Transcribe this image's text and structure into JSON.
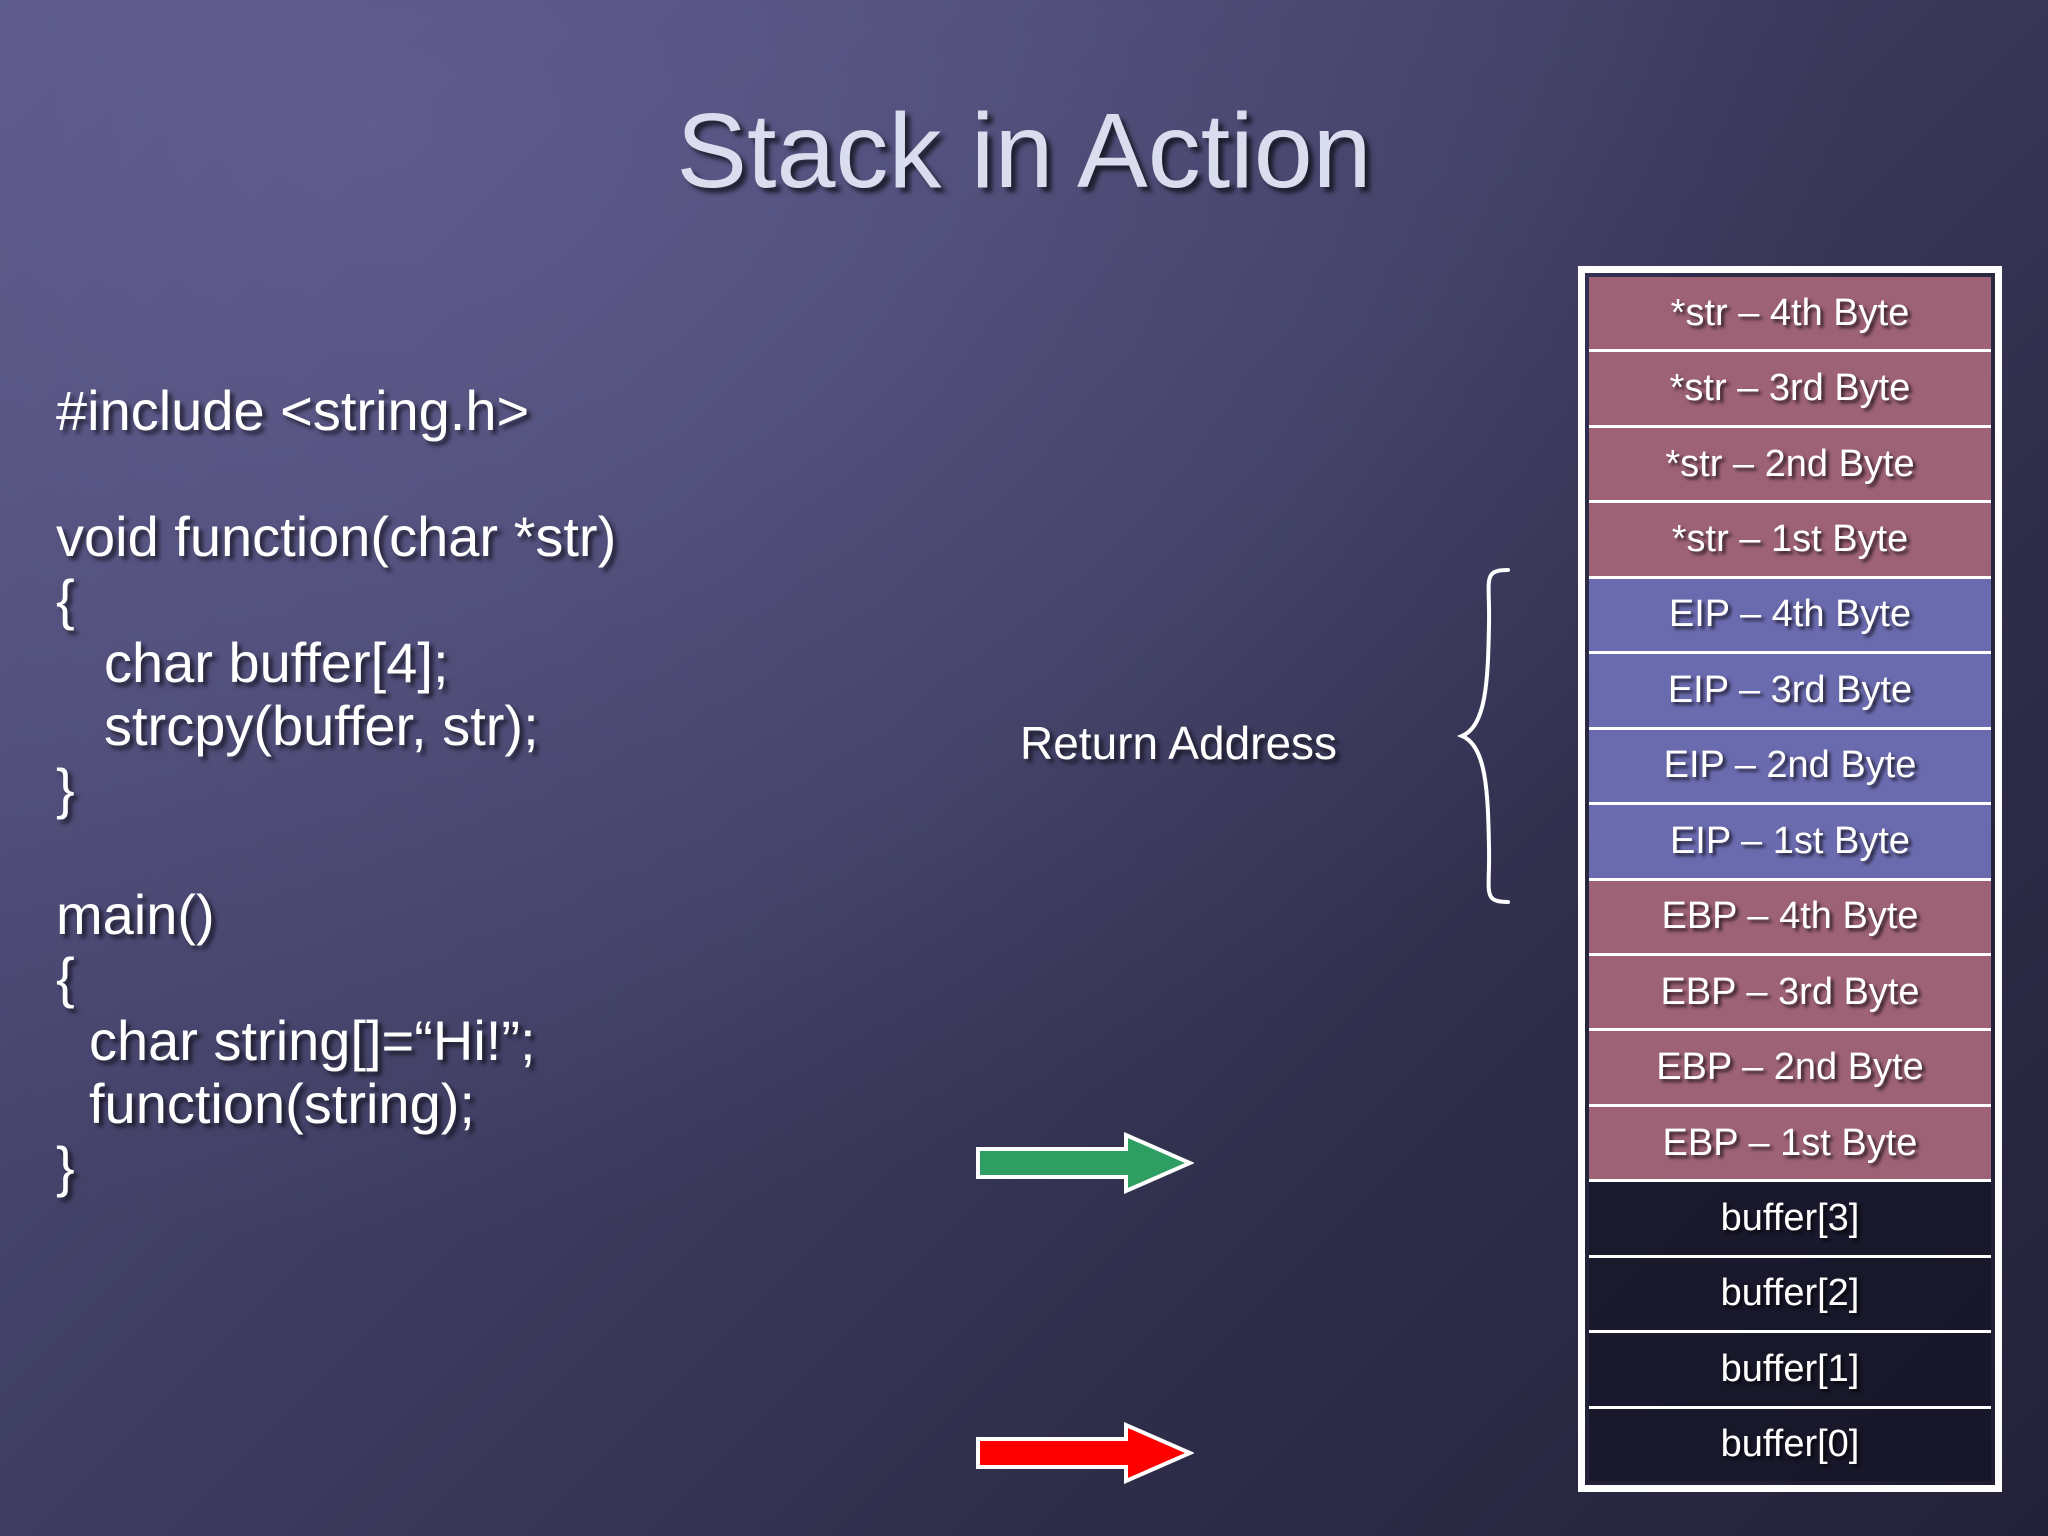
{
  "slide": {
    "title": "Stack in Action",
    "background_top_left": "#54527c",
    "background_bottom_right": "#232238",
    "title_color": "#dadded"
  },
  "code": {
    "lines": [
      {
        "text": "#include <string.h>",
        "indent": 0
      },
      {
        "text": "",
        "indent": 0
      },
      {
        "text": "void function(char *str)",
        "indent": 0
      },
      {
        "text": "{",
        "indent": 0
      },
      {
        "text": "char buffer[4];",
        "indent": 1
      },
      {
        "text": "strcpy(buffer, str);",
        "indent": 1
      },
      {
        "text": "}",
        "indent": 0
      },
      {
        "text": "",
        "indent": 0
      },
      {
        "text": "main()",
        "indent": 0
      },
      {
        "text": "{",
        "indent": 0
      },
      {
        "text": "char string[]=“Hi!”;",
        "indent": 2
      },
      {
        "text": "function(string);",
        "indent": 2
      },
      {
        "text": "}",
        "indent": 0
      }
    ]
  },
  "annotations": {
    "return_address_label": "Return Address",
    "brace_icon": "curly-brace-right",
    "green_arrow": {
      "icon": "arrow-right-icon",
      "color": "#2f9e63",
      "outline": "#ffffff",
      "points_to": "EBP – 1st Byte"
    },
    "red_arrow": {
      "icon": "arrow-right-icon",
      "color": "#ff0000",
      "outline": "#ffffff",
      "points_to": "buffer[0]"
    }
  },
  "stack": {
    "border_color": "#ffffff",
    "colors": {
      "mauve": "#9d6275",
      "blue": "#6a6aae",
      "dark": "#22223a"
    },
    "rows": [
      {
        "label": "*str – 4th Byte",
        "tone": "mauve"
      },
      {
        "label": "*str – 3rd Byte",
        "tone": "mauve"
      },
      {
        "label": "*str – 2nd Byte",
        "tone": "mauve"
      },
      {
        "label": "*str – 1st Byte",
        "tone": "mauve"
      },
      {
        "label": "EIP – 4th Byte",
        "tone": "blue"
      },
      {
        "label": "EIP – 3rd Byte",
        "tone": "blue"
      },
      {
        "label": "EIP – 2nd Byte",
        "tone": "blue"
      },
      {
        "label": "EIP – 1st Byte",
        "tone": "blue"
      },
      {
        "label": "EBP – 4th Byte",
        "tone": "mauve"
      },
      {
        "label": "EBP – 3rd Byte",
        "tone": "mauve"
      },
      {
        "label": "EBP – 2nd Byte",
        "tone": "mauve"
      },
      {
        "label": "EBP – 1st Byte",
        "tone": "mauve"
      },
      {
        "label": "buffer[3]",
        "tone": "dark"
      },
      {
        "label": "buffer[2]",
        "tone": "dark"
      },
      {
        "label": "buffer[1]",
        "tone": "dark"
      },
      {
        "label": "buffer[0]",
        "tone": "dark"
      }
    ]
  }
}
